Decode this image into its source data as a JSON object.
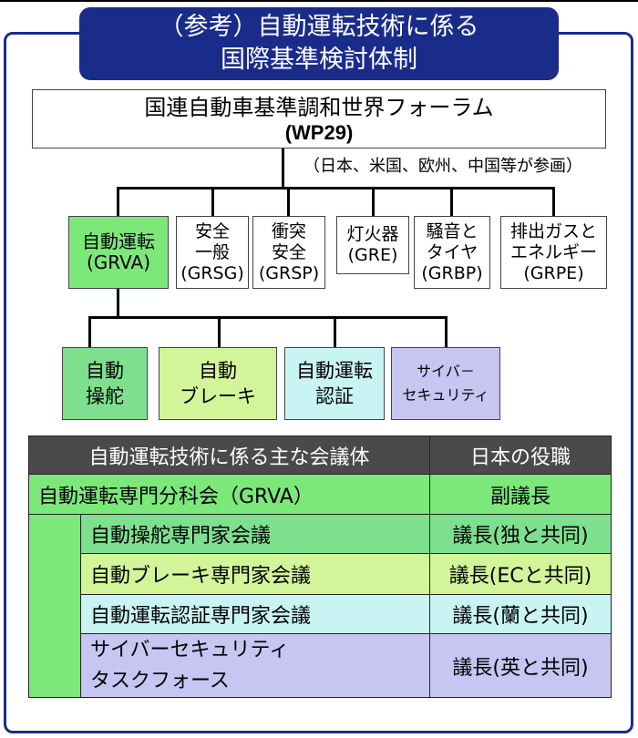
{
  "title": {
    "line1": "（参考）自動運転技術に係る",
    "line2": "国際基準検討体制"
  },
  "wp29": {
    "name": "国連自動車基準調和世界フォーラム",
    "code": "(WP29)",
    "note": "（日本、米国、欧州、中国等が参画）"
  },
  "working_groups": [
    {
      "line1": "自動運転",
      "line2": "(GRVA)",
      "line3": "",
      "color": "#7de87a"
    },
    {
      "line1": "安全",
      "line2": "一般",
      "line3": "(GRSG)",
      "color": "#ffffff"
    },
    {
      "line1": "衝突",
      "line2": "安全",
      "line3": "(GRSP)",
      "color": "#ffffff"
    },
    {
      "line1": "灯火器",
      "line2": "(GRE)",
      "line3": "",
      "color": "#ffffff"
    },
    {
      "line1": "騒音と",
      "line2": "タイヤ",
      "line3": "(GRBP)",
      "color": "#ffffff"
    },
    {
      "line1": "排出ガスと",
      "line2": "エネルギー",
      "line3": "(GRPE)",
      "color": "#ffffff"
    }
  ],
  "subgroups": [
    {
      "line1": "自動",
      "line2": "操舵",
      "color": "#7ee08e"
    },
    {
      "line1": "自動",
      "line2": "ブレーキ",
      "color": "#d3f59a"
    },
    {
      "line1": "自動運転",
      "line2": "認証",
      "color": "#c9f4f4"
    },
    {
      "line1": "サイバ－",
      "line2": "セキュリティ",
      "color": "#c7c5f2"
    }
  ],
  "table": {
    "header": {
      "left": "自動運転技術に係る主な会議体",
      "right": "日本の役職"
    },
    "rows": [
      {
        "body": "自動運転専門分科会（GRVA）",
        "role": "副議長",
        "color": "#7de87a"
      },
      {
        "body": "自動操舵専門家会議",
        "role": "議長(独と共同)",
        "color": "#7ee08e"
      },
      {
        "body": "自動ブレーキ専門家会議",
        "role": "議長(ECと共同)",
        "color": "#d3f59a"
      },
      {
        "body": "自動運転認証専門家会議",
        "role": "議長(蘭と共同)",
        "color": "#c9f4f4"
      },
      {
        "body": "サイバーセキュリティ",
        "body2": "タスクフォース",
        "role": "議長(英と共同)",
        "color": "#c7c5f2"
      }
    ]
  }
}
